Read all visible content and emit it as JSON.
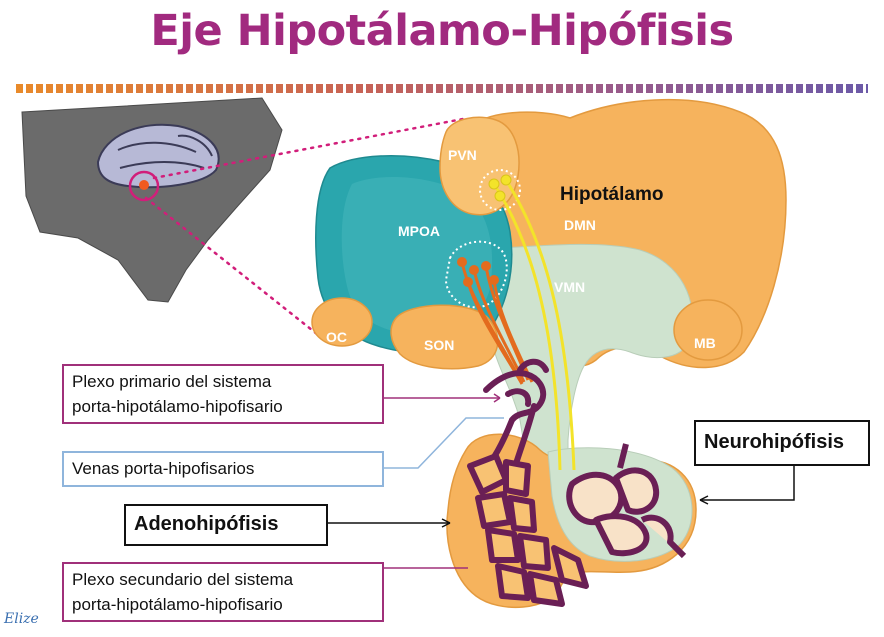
{
  "title": "Eje Hipotálamo-Hipófisis",
  "colors": {
    "title": "#a12a7f",
    "hypothalamus": "#f6b35d",
    "mpoa": "#2aa6ad",
    "vmn_area": "#cfe3cf",
    "vessels": "#6a1f55",
    "axons_yellow": "#f3e32a",
    "axons_orange": "#e36b1e"
  },
  "regions": {
    "pvn": "PVN",
    "hipotalamo": "Hipotálamo",
    "dmn": "DMN",
    "mpoa": "MPOA",
    "vmn": "VMN",
    "oc": "OC",
    "son": "SON",
    "mb": "MB"
  },
  "labels": {
    "plexo_primario": [
      "Plexo primario del sistema",
      "porta-hipotálamo-hipofisario"
    ],
    "venas": "Venas porta-hipofisarios",
    "neurohipofisis": "Neurohipófisis",
    "adenohipofisis": "Adenohipófisis",
    "plexo_secundario": [
      "Plexo secundario del sistema",
      "porta-hipotálamo-hipofisario"
    ]
  },
  "signature": "Elize"
}
